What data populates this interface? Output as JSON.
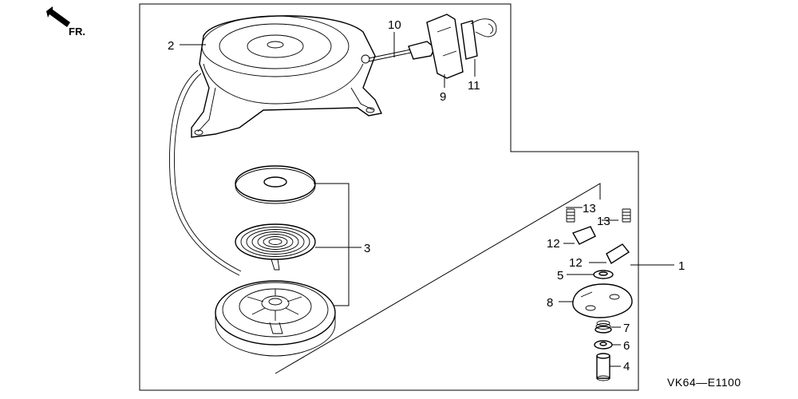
{
  "diagram": {
    "direction": {
      "label": "FR.",
      "icon": "front-arrow-icon"
    },
    "drawing_code": "VK64—E1100",
    "callouts": {
      "p1": "1",
      "p2": "2",
      "p3": "3",
      "p4": "4",
      "p5": "5",
      "p6": "6",
      "p7": "7",
      "p8": "8",
      "p9": "9",
      "p10": "10",
      "p11": "11",
      "p12a": "12",
      "p12b": "12",
      "p13a": "13",
      "p13b": "13"
    }
  }
}
